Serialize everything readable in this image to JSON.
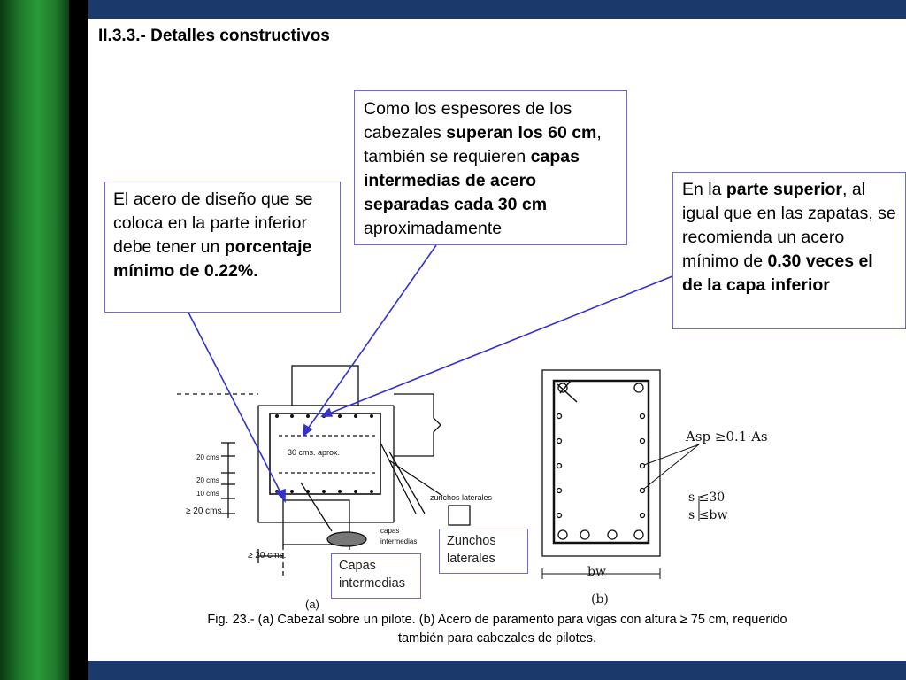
{
  "title": "II.3.3.- Detalles constructivos",
  "callout_left": {
    "t1": "El acero de diseño que se coloca en la parte inferior debe tener un ",
    "b1": "porcentaje mínimo de 0.22%."
  },
  "callout_middle": {
    "t1": "Como los espesores de los cabezales ",
    "b1": "superan los 60 cm",
    "t2": ", también se requieren ",
    "b2": "capas intermedias de acero separadas cada 30 cm",
    "t3": " aproximadamente"
  },
  "callout_right": {
    "t1": "En la ",
    "b1": "parte superior",
    "t2": ", al igual que en las zapatas, se recomienda un acero mínimo de ",
    "b2": "0.30 veces el de la capa inferior"
  },
  "labels": {
    "zunchos": "Zunchos laterales",
    "capas": "Capas intermedias"
  },
  "drawing_a": {
    "dim_1": "20 cms",
    "dim_2": "20 cms",
    "dim_3": "10 cms",
    "dim_4": "≥ 20 cms",
    "dim_5": "≥ 20 cms.",
    "spacing": "30 cms. aprox.",
    "zunchos_laterales": "zunchos laterales",
    "capas_int_1": "capas",
    "capas_int_2": "intermedias",
    "tag": "(a)"
  },
  "drawing_b": {
    "asp": "Asp ≥0.1·As",
    "s1": "s ≤30",
    "s2": "s ≤bw",
    "bw": "bw",
    "tag": "(b)"
  },
  "caption": {
    "line1": "Fig. 23.- (a) Cabezal sobre un pilote. (b) Acero de paramento para vigas con altura ≥ 75 cm, requerido",
    "line2": "también para cabezales de pilotes."
  },
  "colors": {
    "green_band": "#1f7a2c",
    "bar_blue": "#1b3a6b",
    "callout_border": "#6b6bd0",
    "arrow_blue": "#3333cc"
  }
}
